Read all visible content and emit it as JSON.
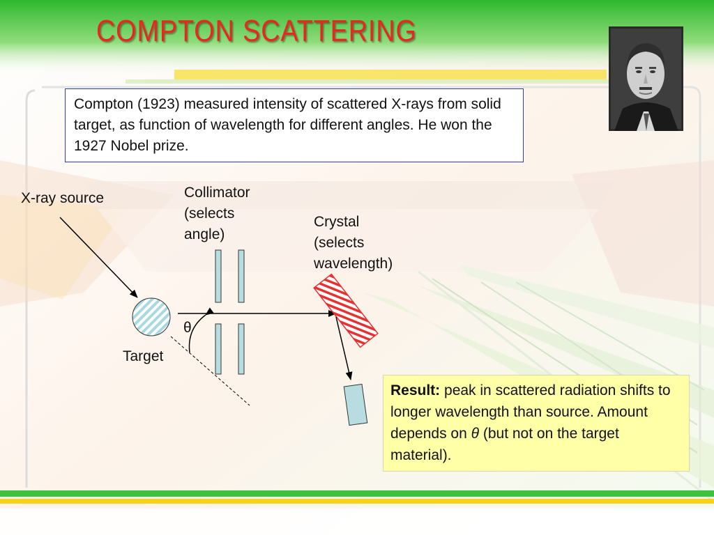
{
  "slide": {
    "title": "COMPTON  SCATTERING",
    "intro": "Compton (1923) measured intensity of scattered X-rays from solid target, as function of wavelength for different angles. He won the 1927 Nobel prize."
  },
  "diagram": {
    "xray_source_label": "X-ray source",
    "collimator_label": [
      "Collimator",
      "(selects",
      "angle)"
    ],
    "crystal_label": [
      "Crystal",
      "(selects",
      "wavelength)"
    ],
    "target_label": "Target",
    "angle_symbol": "θ"
  },
  "result": {
    "lead": "Result:",
    "text_before": " peak in scattered radiation shifts to longer wavelength than source. Amount depends on ",
    "theta": "θ",
    "text_after": " (but not on the target material)."
  },
  "colors": {
    "title": "#e8281e",
    "green_band": "#3cc23c",
    "yellow_band": "#f7d21c",
    "intro_border": "#2f3f9a",
    "result_bg": "#ffffa8",
    "collimator_fill": "#b7dde1",
    "crystal_stripe": "#e83030"
  }
}
